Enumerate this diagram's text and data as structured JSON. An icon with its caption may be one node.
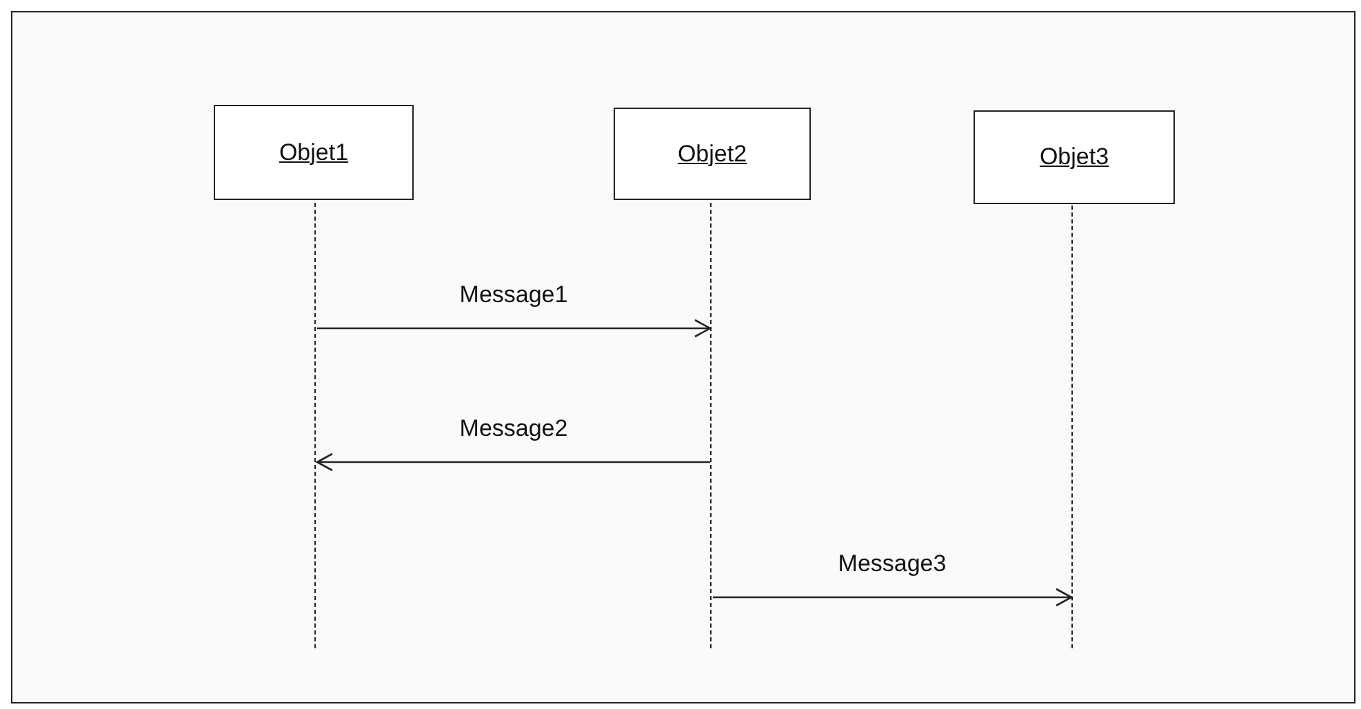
{
  "diagram": {
    "nodes": [
      {
        "text": [
          "Objet1"
        ]
      },
      {
        "text": [
          "Objet2"
        ]
      },
      {
        "text": [
          "Objet3"
        ]
      },
      {
        "text": [],
        "shape": "line"
      },
      {
        "text": [],
        "shape": "line"
      },
      {
        "text": [],
        "shape": "line"
      }
    ],
    "edges": [
      {
        "from": 3,
        "to": 4,
        "arrow": "to",
        "label": "Message1"
      },
      {
        "from": 4,
        "to": 3,
        "arrow": "to",
        "label": "Message2"
      },
      {
        "from": 4,
        "to": 5,
        "arrow": "to",
        "label": "Message3"
      }
    ]
  }
}
